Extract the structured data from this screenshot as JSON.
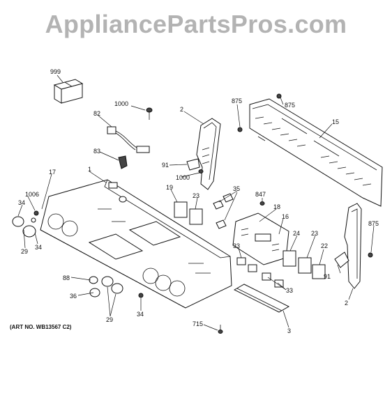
{
  "watermark": "AppliancePartsPros.com",
  "art_number": "(ART NO. WB13567 C2)",
  "callouts": {
    "c999": "999",
    "c1000a": "1000",
    "c82": "82",
    "c83": "83",
    "c2a": "2",
    "c875a": "875",
    "c875b": "875",
    "c15": "15",
    "c91a": "91",
    "c1000b": "1000",
    "c17": "17",
    "c1": "1",
    "c1006": "1006",
    "c34a": "34",
    "c29a": "29",
    "c34b": "34",
    "c19": "19",
    "c23a": "23",
    "c35": "35",
    "c847": "847",
    "c18": "18",
    "c16": "16",
    "c875c": "875",
    "c24": "24",
    "c23b": "23",
    "c22": "22",
    "c33a": "33",
    "c91b": "91",
    "c33b": "33",
    "c2b": "2",
    "c88": "88",
    "c36": "36",
    "c29b": "29",
    "c34c": "34",
    "c715": "715",
    "c3": "3"
  }
}
